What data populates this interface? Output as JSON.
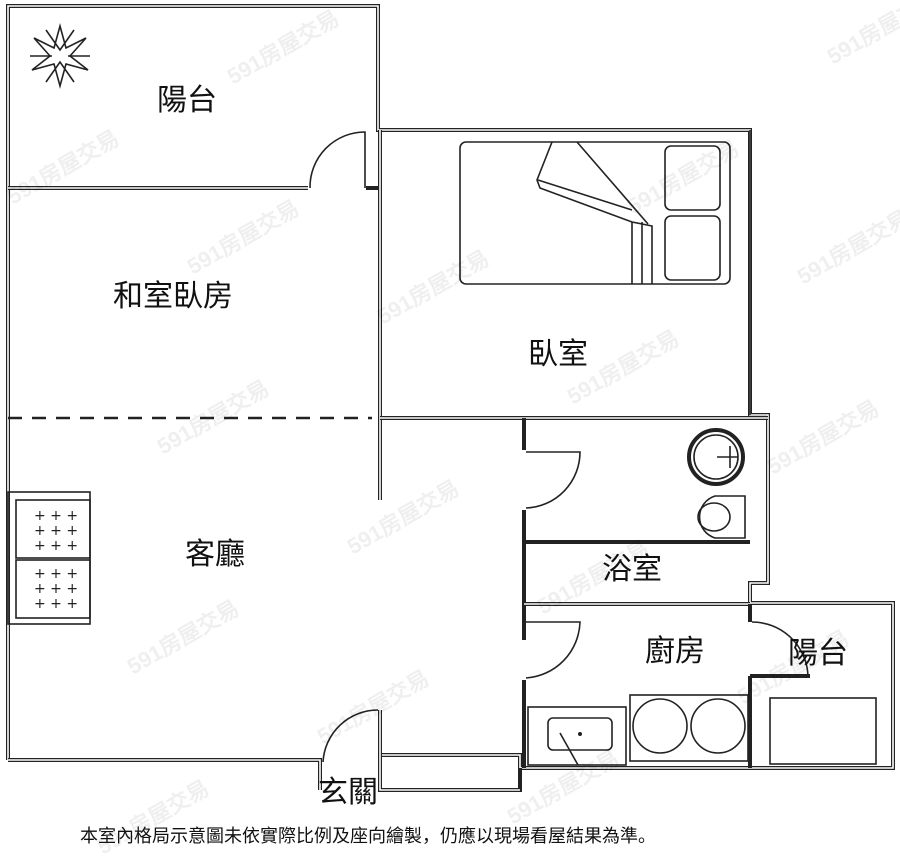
{
  "floor_plan": {
    "rooms": [
      {
        "id": "balcony_north",
        "label": "陽台"
      },
      {
        "id": "tatami_bedroom",
        "label": "和室臥房"
      },
      {
        "id": "bedroom",
        "label": "臥室"
      },
      {
        "id": "living_room",
        "label": "客廳"
      },
      {
        "id": "bathroom",
        "label": "浴室"
      },
      {
        "id": "kitchen",
        "label": "廚房"
      },
      {
        "id": "balcony_south",
        "label": "陽台"
      },
      {
        "id": "entrance",
        "label": "玄關"
      }
    ],
    "disclaimer": "本室內格局示意圖未依實際比例及座向繪製，仍應以現場看屋結果為準。",
    "watermark": "591房屋交易"
  }
}
